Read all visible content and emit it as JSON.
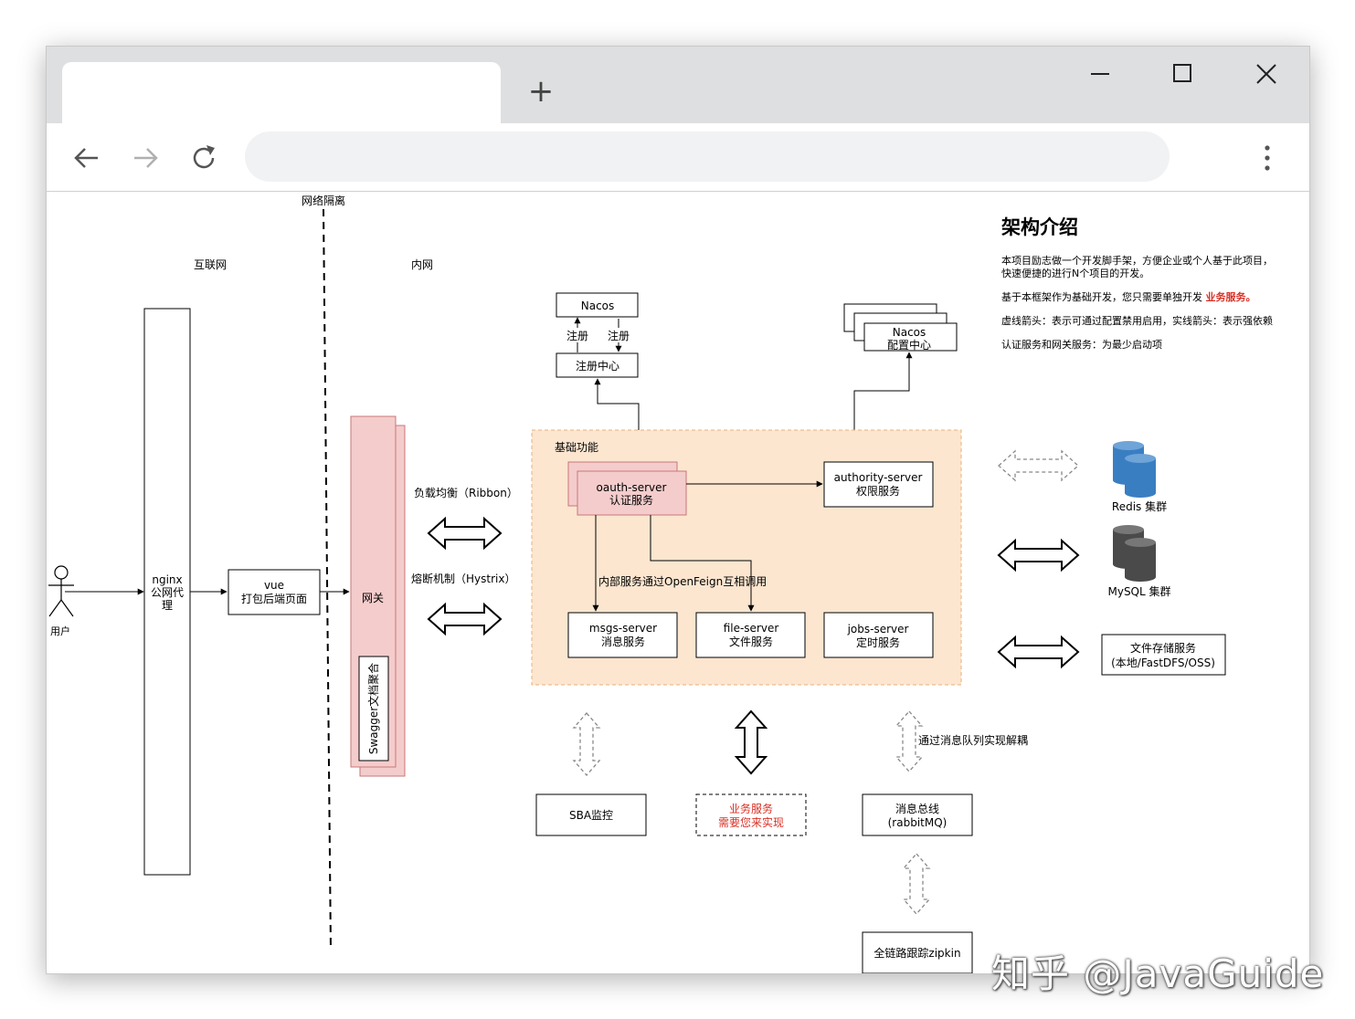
{
  "window": {
    "newtab_label": "+"
  },
  "diagram": {
    "region_internet": "互联网",
    "region_intranet": "内网",
    "network_isolation": "网络隔离",
    "user_label": "用户",
    "nginx_label": [
      "nginx",
      "公网代",
      "理"
    ],
    "vue_label": [
      "vue",
      "打包后端页面"
    ],
    "gateway_label": "网关",
    "swagger_label": "Swagger文档聚合",
    "ribbon_label": "负载均衡（Ribbon）",
    "hystrix_label": "熔断机制（Hystrix）",
    "nacos_label": "Nacos",
    "register_left": "注册",
    "register_right": "注册",
    "registry_label": "注册中心",
    "nacos_config_label": [
      "Nacos",
      "配置中心"
    ],
    "basic_functions_label": "基础功能",
    "oauth_label": [
      "oauth-server",
      "认证服务"
    ],
    "authority_label": [
      "authority-server",
      "权限服务"
    ],
    "openfeign_label": "内部服务通过OpenFeign互相调用",
    "msgs_label": [
      "msgs-server",
      "消息服务"
    ],
    "file_label": [
      "file-server",
      "文件服务"
    ],
    "jobs_label": [
      "jobs-server",
      "定时服务"
    ],
    "redis_label": "Redis 集群",
    "mysql_label": "MySQL 集群",
    "storage_label": [
      "文件存储服务",
      "(本地/FastDFS/OSS)"
    ],
    "sba_label": "SBA监控",
    "biz_label": [
      "业务服务",
      "需要您来实现"
    ],
    "mq_label": [
      "消息总线",
      "(rabbitMQ)"
    ],
    "mq_note": "通过消息队列实现解耦",
    "zipkin_label": "全链路跟踪zipkin"
  },
  "intro": {
    "title": "架构介绍",
    "line1": "本项目励志做一个开发脚手架，方便企业或个人基于此项目，",
    "line2": "快速便捷的进行N个项目的开发。",
    "line3_prefix": "基于本框架作为基础开发，您只需要单独开发 ",
    "line3_highlight": "业务服务。",
    "line4": "虚线箭头：表示可通过配置禁用启用，实线箭头：表示强依赖",
    "line5": "认证服务和网关服务：为最少启动项"
  },
  "watermark": "知乎 @JavaGuide",
  "colors": {
    "accent_red": "#d93025",
    "gateway_fill": "#f4cccc",
    "gateway_stroke": "#c77777",
    "basic_area_fill": "#fce6d0",
    "basic_area_stroke": "#e8b07a",
    "redis_blue": "#3a7ec2",
    "mysql_gray": "#4a4a4a",
    "chrome_strip": "#dedfe1"
  }
}
